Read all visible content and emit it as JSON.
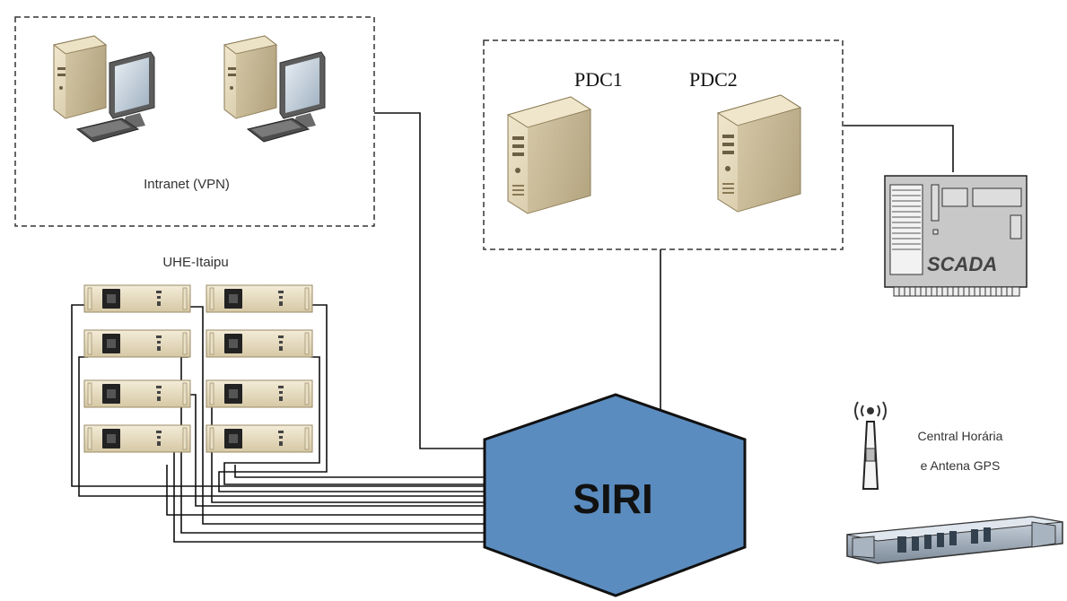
{
  "labels": {
    "intranet": "Intranet (VPN)",
    "pdc1": "PDC1",
    "pdc2": "PDC2",
    "uhe": "UHE-Itaipu",
    "scada": "SCADA",
    "siri": "SIRI",
    "gps_line1": "Central Horária",
    "gps_line2": "e Antena GPS"
  },
  "colors": {
    "siri_fill": "#5b8cbf",
    "siri_stroke": "#111111",
    "line": "#111111",
    "dashed_border": "#333333"
  },
  "icons": {
    "workstation": "desktop-computer-icon",
    "server": "tower-server-icon",
    "pmu": "rack-device-icon",
    "scada": "scada-board-icon",
    "antenna": "gps-antenna-icon",
    "clock": "time-server-rack-icon"
  }
}
